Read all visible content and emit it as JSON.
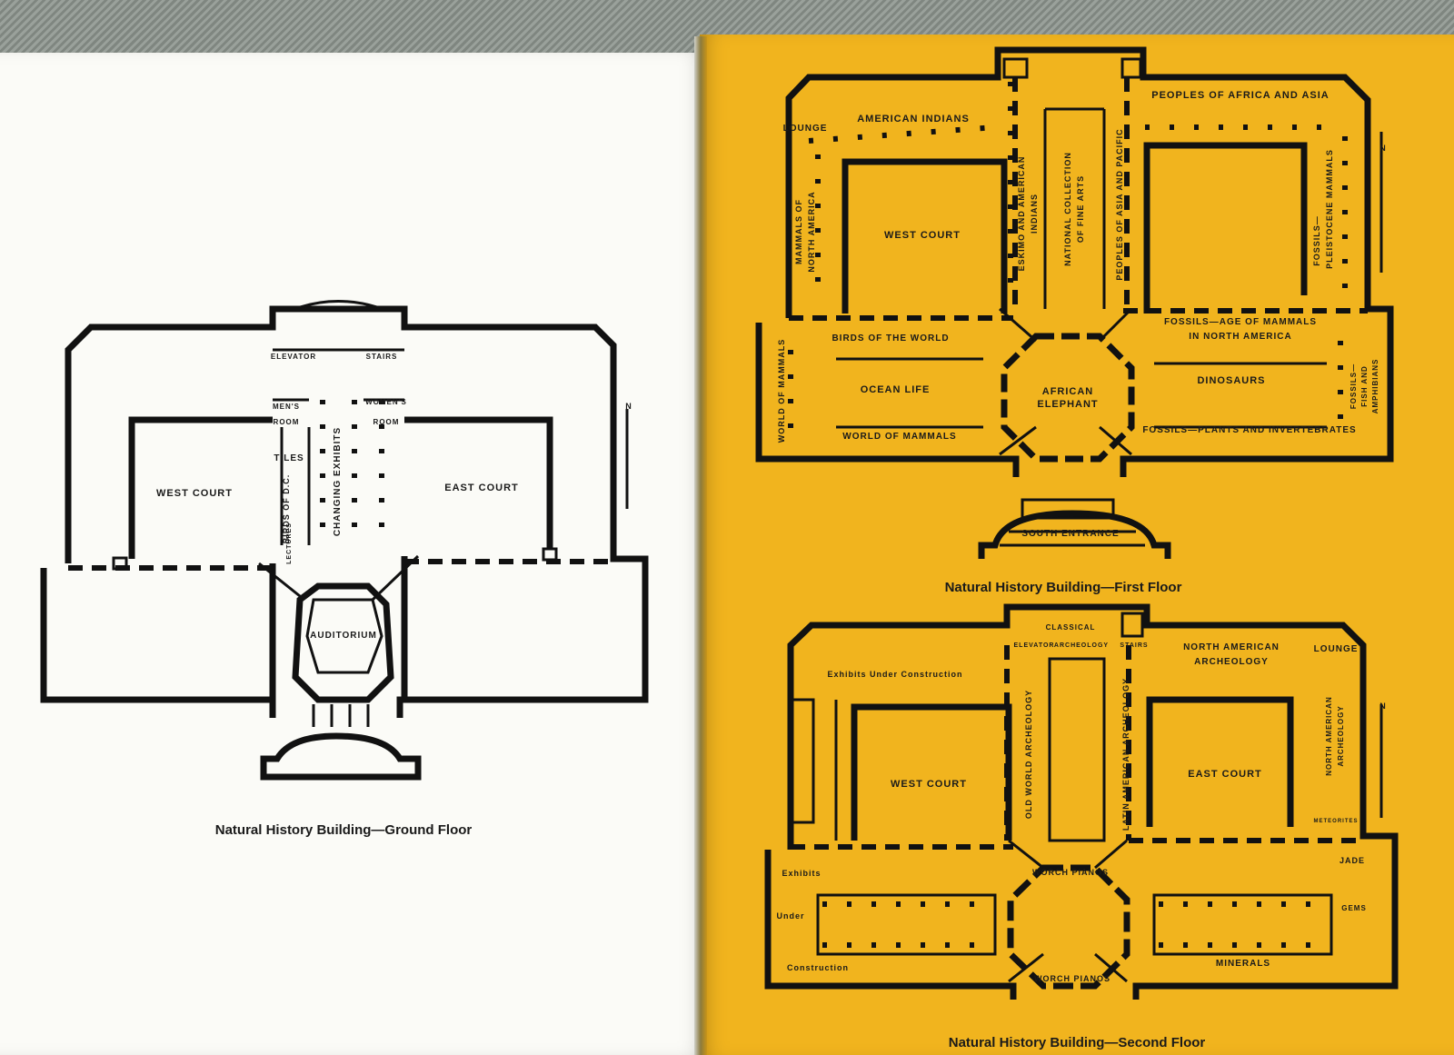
{
  "ground_floor": {
    "caption": "Natural History Building—Ground Floor",
    "west_court": "WEST COURT",
    "east_court": "EAST COURT",
    "elevator": "ELEVATOR",
    "stairs": "STAIRS",
    "mens_room_1": "MEN'S",
    "mens_room_2": "ROOM",
    "womens_room_1": "WOMEN'S",
    "womens_room_2": "ROOM",
    "tiles": "TILES",
    "birds_of_dc": "BIRDS OF D.C.",
    "lectures": "LECTURES",
    "changing_exhibits": "CHANGING EXHIBITS",
    "auditorium": "AUDITORIUM",
    "north": "N"
  },
  "first_floor": {
    "caption": "Natural History Building—First Floor",
    "lounge": "LOUNGE",
    "american_indians": "AMERICAN INDIANS",
    "peoples_africa_asia": "PEOPLES OF AFRICA AND ASIA",
    "mammals_na_1": "MAMMALS OF",
    "mammals_na_2": "NORTH AMERICA",
    "west_court": "WEST COURT",
    "eskimo_1": "ESKIMO AND AMERICAN",
    "eskimo_2": "INDIANS",
    "fine_arts_1": "NATIONAL COLLECTION",
    "fine_arts_2": "OF FINE ARTS",
    "peoples_asia_pacific": "PEOPLES OF ASIA AND PACIFIC",
    "fossils_pleistocene_1": "FOSSILS—",
    "fossils_pleistocene_2": "PLEISTOCENE MAMMALS",
    "birds_of_world": "BIRDS OF THE WORLD",
    "ocean_life": "OCEAN LIFE",
    "world_of_mammals": "WORLD OF MAMMALS",
    "world_of_mammals_vertical": "WORLD OF MAMMALS",
    "african_elephant_1": "AFRICAN",
    "african_elephant_2": "ELEPHANT",
    "fossils_age_1": "FOSSILS—AGE OF MAMMALS",
    "fossils_age_2": "IN NORTH AMERICA",
    "dinosaurs": "DINOSAURS",
    "fossils_plants": "FOSSILS—PLANTS AND INVERTEBRATES",
    "fossils_fish_1": "FOSSILS—",
    "fossils_fish_2": "FISH AND",
    "fossils_fish_3": "AMPHIBIANS",
    "south_entrance": "SOUTH ENTRANCE",
    "north": "N"
  },
  "second_floor": {
    "caption": "Natural History Building—Second Floor",
    "classical": "CLASSICAL",
    "elevator": "ELEVATOR",
    "archeology": "ARCHEOLOGY",
    "stairs": "STAIRS",
    "north_american_arch_1": "NORTH AMERICAN",
    "north_american_arch_2": "ARCHEOLOGY",
    "lounge": "LOUNGE",
    "exhibits_under_construction": "Exhibits Under Construction",
    "west_court": "WEST COURT",
    "old_world_arch": "OLD WORLD ARCHEOLOGY",
    "latin_american_arch": "LATIN AMERICAN ARCHEOLOGY",
    "east_court": "EAST COURT",
    "na_arch_vert_1": "NORTH AMERICAN",
    "na_arch_vert_2": "ARCHEOLOGY",
    "meteorites": "METEORITES",
    "exhibits": "Exhibits",
    "under": "Under",
    "construction": "Construction",
    "worch_pianos_top": "WORCH PIANOS",
    "worch_pianos_bottom": "WORCH PIANOS",
    "jade": "JADE",
    "gems": "GEMS",
    "minerals": "MINERALS",
    "north": "N"
  },
  "colors": {
    "paper_left": "#fbfbf7",
    "paper_right": "#f1b41e",
    "ink": "#111111"
  }
}
